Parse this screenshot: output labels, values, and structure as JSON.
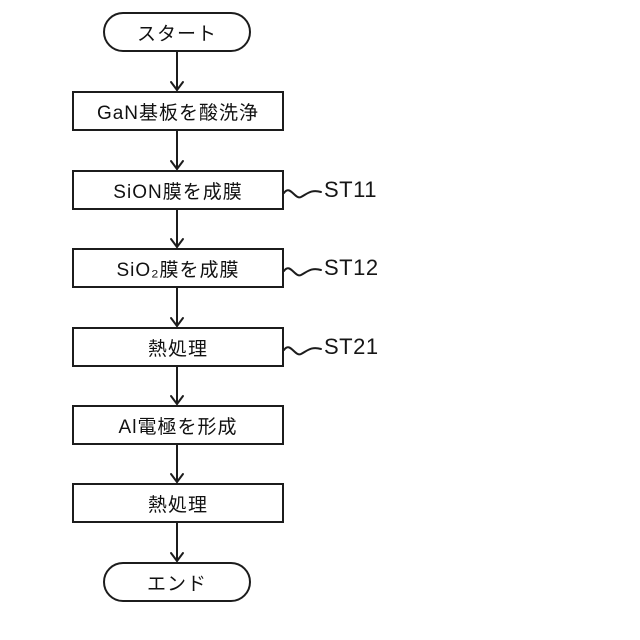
{
  "figure": {
    "background_color": "#ffffff",
    "line_color": "#1c1c1c",
    "text_color": "#111111"
  },
  "flowchart": {
    "start": {
      "label": "スタート"
    },
    "end": {
      "label": "エンド"
    },
    "steps": [
      {
        "label": "GaN基板を酸洗浄",
        "step_id": ""
      },
      {
        "label": "SiON膜を成膜",
        "step_id": "ST11"
      },
      {
        "label": "SiO₂膜を成膜",
        "step_id": "ST12"
      },
      {
        "label": "熱処理",
        "step_id": "ST21"
      },
      {
        "label": "Al電極を形成",
        "step_id": ""
      },
      {
        "label": "熱処理",
        "step_id": ""
      }
    ]
  }
}
